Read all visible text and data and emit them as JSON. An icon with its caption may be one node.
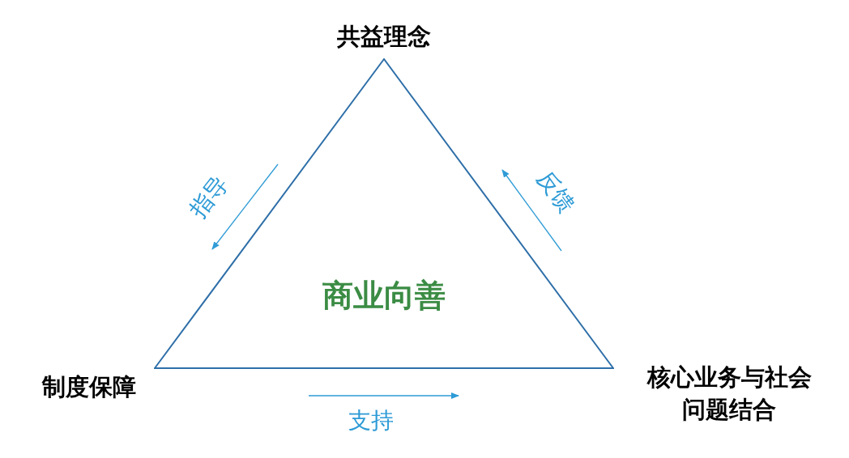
{
  "diagram": {
    "nodes": [
      {
        "text": [
          "商业向善"
        ]
      },
      {
        "text": [
          "共益理念"
        ]
      },
      {
        "text": [
          "制度保障"
        ]
      },
      {
        "text": [
          "核心业务与社会问题结合"
        ]
      }
    ],
    "labels": [
      "指导",
      "反馈",
      "支持"
    ]
  }
}
